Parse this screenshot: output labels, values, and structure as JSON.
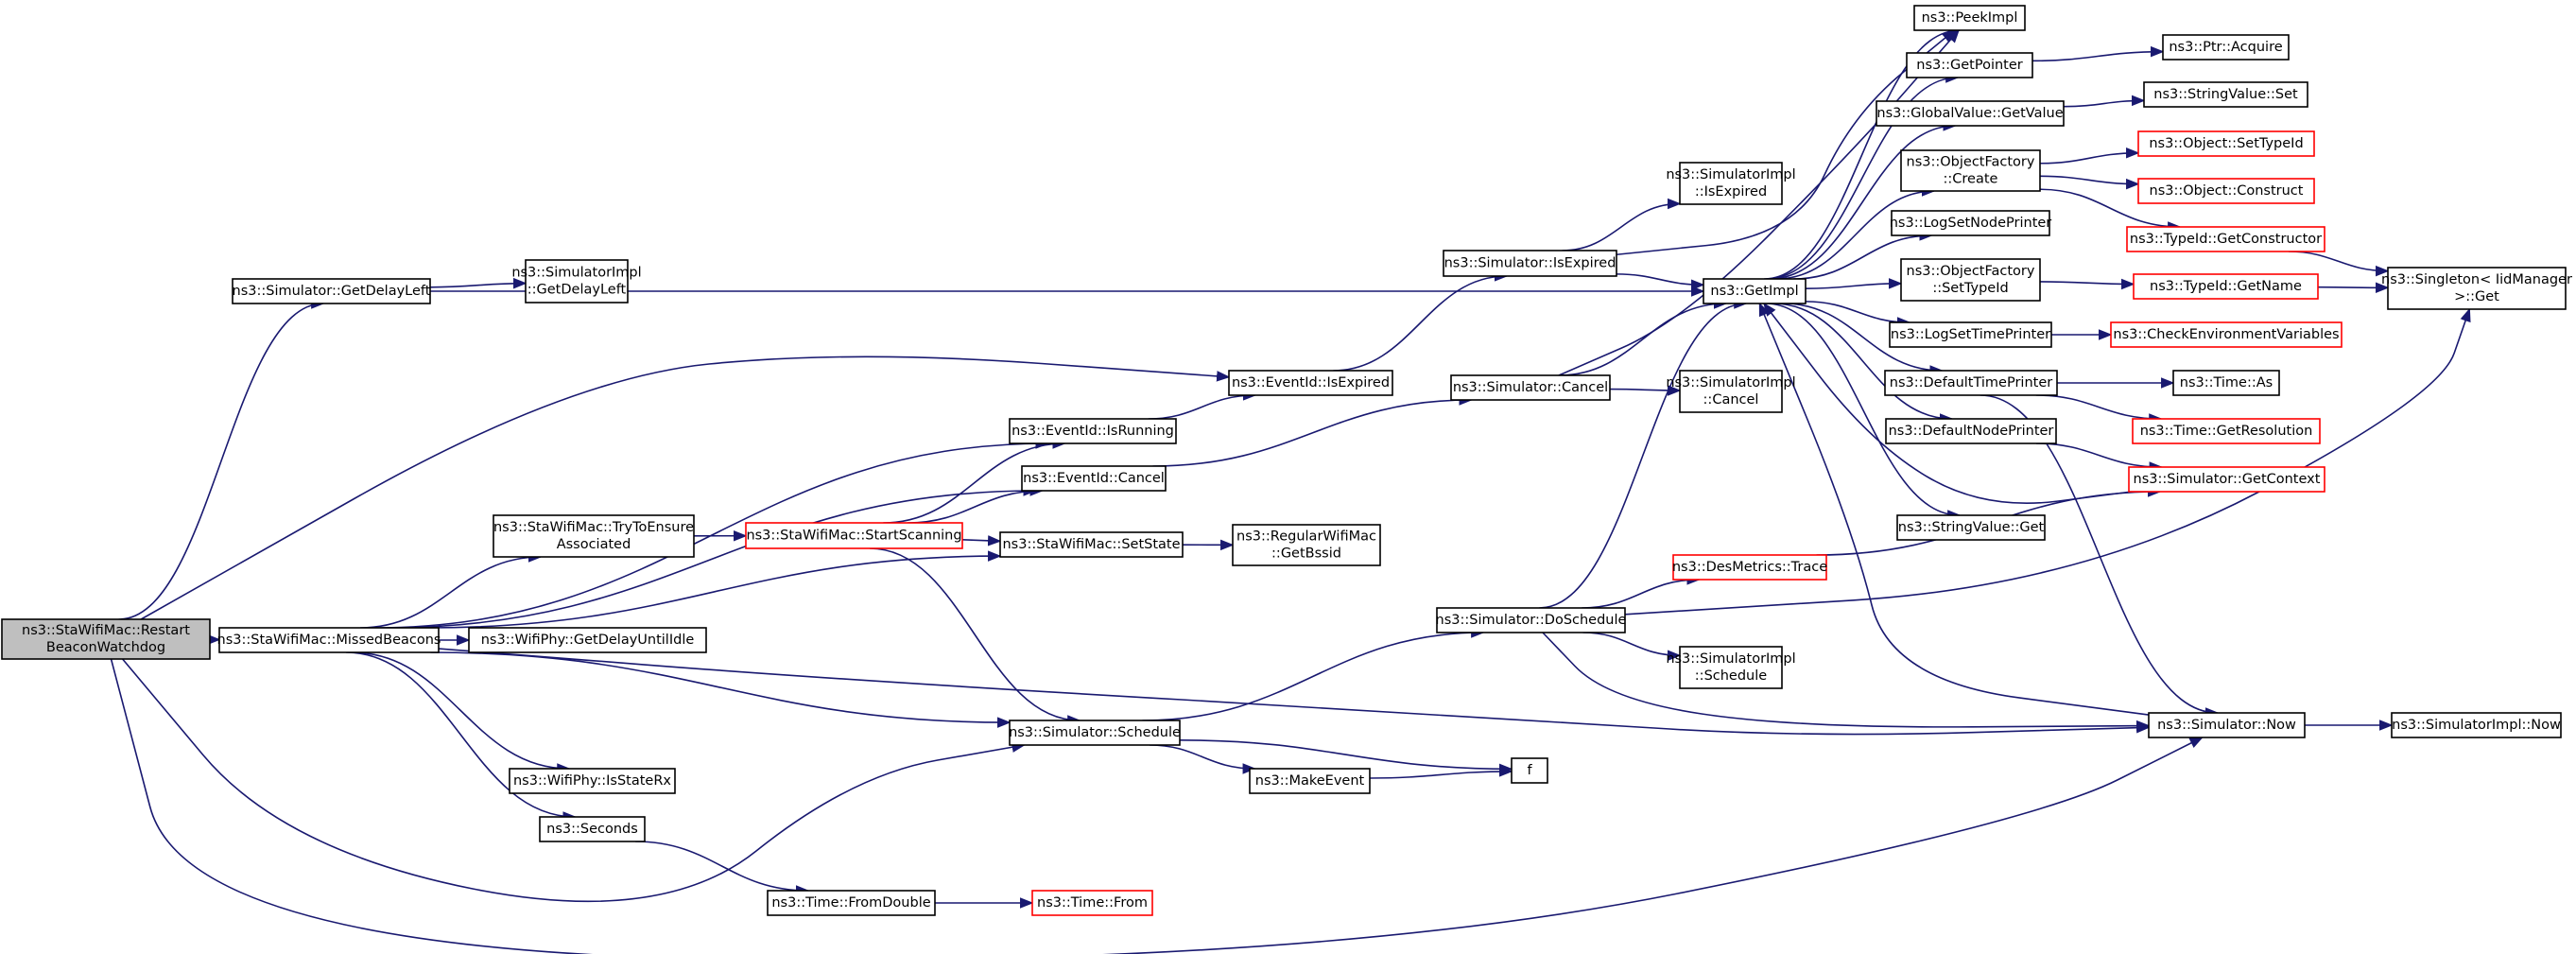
{
  "graph": {
    "edge_color": "#191970",
    "root_fill": "#bfbfbf",
    "broken_border_color": "#ff0000",
    "nodes": [
      {
        "id": "root",
        "lines": [
          "ns3::StaWifiMac::Restart",
          "BeaconWatchdog"
        ],
        "style": "root"
      },
      {
        "id": "getDelayLeft",
        "lines": [
          "ns3::Simulator::GetDelayLeft"
        ]
      },
      {
        "id": "implGetDelayLeft",
        "lines": [
          "ns3::SimulatorImpl",
          "::GetDelayLeft"
        ]
      },
      {
        "id": "missedBeacons",
        "lines": [
          "ns3::StaWifiMac::MissedBeacons"
        ]
      },
      {
        "id": "eventIdIsExpired",
        "lines": [
          "ns3::EventId::IsExpired"
        ]
      },
      {
        "id": "eventIdIsRunning",
        "lines": [
          "ns3::EventId::IsRunning"
        ]
      },
      {
        "id": "eventIdCancel",
        "lines": [
          "ns3::EventId::Cancel"
        ]
      },
      {
        "id": "tryToEnsure",
        "lines": [
          "ns3::StaWifiMac::TryToEnsure",
          "Associated"
        ]
      },
      {
        "id": "startScanning",
        "lines": [
          "ns3::StaWifiMac::StartScanning"
        ],
        "style": "red"
      },
      {
        "id": "setState",
        "lines": [
          "ns3::StaWifiMac::SetState"
        ]
      },
      {
        "id": "regularGetBssid",
        "lines": [
          "ns3::RegularWifiMac",
          "::GetBssid"
        ]
      },
      {
        "id": "getDelayUntilIdle",
        "lines": [
          "ns3::WifiPhy::GetDelayUntilIdle"
        ]
      },
      {
        "id": "schedule",
        "lines": [
          "ns3::Simulator::Schedule"
        ]
      },
      {
        "id": "isStateRx",
        "lines": [
          "ns3::WifiPhy::IsStateRx"
        ]
      },
      {
        "id": "seconds",
        "lines": [
          "ns3::Seconds"
        ]
      },
      {
        "id": "fromDouble",
        "lines": [
          "ns3::Time::FromDouble"
        ]
      },
      {
        "id": "timeFrom",
        "lines": [
          "ns3::Time::From"
        ],
        "style": "red"
      },
      {
        "id": "makeEvent",
        "lines": [
          "ns3::MakeEvent"
        ]
      },
      {
        "id": "f",
        "lines": [
          "f"
        ]
      },
      {
        "id": "simIsExpired",
        "lines": [
          "ns3::Simulator::IsExpired"
        ]
      },
      {
        "id": "implIsExpired",
        "lines": [
          "ns3::SimulatorImpl",
          "::IsExpired"
        ]
      },
      {
        "id": "simCancel",
        "lines": [
          "ns3::Simulator::Cancel"
        ]
      },
      {
        "id": "implCancel",
        "lines": [
          "ns3::SimulatorImpl",
          "::Cancel"
        ]
      },
      {
        "id": "doSchedule",
        "lines": [
          "ns3::Simulator::DoSchedule"
        ]
      },
      {
        "id": "desTrace",
        "lines": [
          "ns3::DesMetrics::Trace"
        ],
        "style": "red"
      },
      {
        "id": "implSchedule",
        "lines": [
          "ns3::SimulatorImpl",
          "::Schedule"
        ]
      },
      {
        "id": "getImpl",
        "lines": [
          "ns3::GetImpl"
        ]
      },
      {
        "id": "peekImpl",
        "lines": [
          "ns3::PeekImpl"
        ]
      },
      {
        "id": "getPointer",
        "lines": [
          "ns3::GetPointer"
        ]
      },
      {
        "id": "ptrAcquire",
        "lines": [
          "ns3::Ptr::Acquire"
        ]
      },
      {
        "id": "gvGetValue",
        "lines": [
          "ns3::GlobalValue::GetValue"
        ]
      },
      {
        "id": "svSet",
        "lines": [
          "ns3::StringValue::Set"
        ]
      },
      {
        "id": "ofCreate",
        "lines": [
          "ns3::ObjectFactory",
          "::Create"
        ]
      },
      {
        "id": "objSetTypeId",
        "lines": [
          "ns3::Object::SetTypeId"
        ],
        "style": "red"
      },
      {
        "id": "objConstruct",
        "lines": [
          "ns3::Object::Construct"
        ],
        "style": "red"
      },
      {
        "id": "tidGetConstructor",
        "lines": [
          "ns3::TypeId::GetConstructor"
        ],
        "style": "red"
      },
      {
        "id": "logSetNodePrinter",
        "lines": [
          "ns3::LogSetNodePrinter"
        ]
      },
      {
        "id": "ofSetTypeId",
        "lines": [
          "ns3::ObjectFactory",
          "::SetTypeId"
        ]
      },
      {
        "id": "tidGetName",
        "lines": [
          "ns3::TypeId::GetName"
        ],
        "style": "red"
      },
      {
        "id": "singletonGet",
        "lines": [
          "ns3::Singleton< IidManager",
          ">::Get"
        ]
      },
      {
        "id": "logSetTimePrinter",
        "lines": [
          "ns3::LogSetTimePrinter"
        ]
      },
      {
        "id": "checkEnv",
        "lines": [
          "ns3::CheckEnvironmentVariables"
        ],
        "style": "red"
      },
      {
        "id": "defaultTimePrinter",
        "lines": [
          "ns3::DefaultTimePrinter"
        ]
      },
      {
        "id": "timeAs",
        "lines": [
          "ns3::Time::As"
        ]
      },
      {
        "id": "timeGetResolution",
        "lines": [
          "ns3::Time::GetResolution"
        ],
        "style": "red"
      },
      {
        "id": "defaultNodePrinter",
        "lines": [
          "ns3::DefaultNodePrinter"
        ]
      },
      {
        "id": "simGetContext",
        "lines": [
          "ns3::Simulator::GetContext"
        ],
        "style": "red"
      },
      {
        "id": "svGet",
        "lines": [
          "ns3::StringValue::Get"
        ]
      },
      {
        "id": "simNow",
        "lines": [
          "ns3::Simulator::Now"
        ]
      },
      {
        "id": "implNow",
        "lines": [
          "ns3::SimulatorImpl::Now"
        ]
      }
    ],
    "edges": [
      [
        "root",
        "getDelayLeft"
      ],
      [
        "root",
        "missedBeacons"
      ],
      [
        "root",
        "eventIdIsExpired"
      ],
      [
        "root",
        "schedule"
      ],
      [
        "root",
        "simNow"
      ],
      [
        "getDelayLeft",
        "implGetDelayLeft"
      ],
      [
        "getDelayLeft",
        "getImpl"
      ],
      [
        "missedBeacons",
        "eventIdIsRunning"
      ],
      [
        "missedBeacons",
        "eventIdCancel"
      ],
      [
        "missedBeacons",
        "tryToEnsure"
      ],
      [
        "missedBeacons",
        "setState"
      ],
      [
        "missedBeacons",
        "getDelayUntilIdle"
      ],
      [
        "missedBeacons",
        "schedule"
      ],
      [
        "missedBeacons",
        "isStateRx"
      ],
      [
        "missedBeacons",
        "seconds"
      ],
      [
        "missedBeacons",
        "simNow"
      ],
      [
        "eventIdIsRunning",
        "eventIdIsExpired"
      ],
      [
        "eventIdIsExpired",
        "simIsExpired"
      ],
      [
        "eventIdCancel",
        "simCancel"
      ],
      [
        "tryToEnsure",
        "startScanning"
      ],
      [
        "startScanning",
        "eventIdIsRunning"
      ],
      [
        "startScanning",
        "eventIdCancel"
      ],
      [
        "startScanning",
        "setState"
      ],
      [
        "startScanning",
        "schedule"
      ],
      [
        "setState",
        "regularGetBssid"
      ],
      [
        "schedule",
        "doSchedule"
      ],
      [
        "schedule",
        "makeEvent"
      ],
      [
        "schedule",
        "f"
      ],
      [
        "makeEvent",
        "f"
      ],
      [
        "seconds",
        "fromDouble"
      ],
      [
        "fromDouble",
        "timeFrom"
      ],
      [
        "simIsExpired",
        "implIsExpired"
      ],
      [
        "simIsExpired",
        "getImpl"
      ],
      [
        "simIsExpired",
        "peekImpl"
      ],
      [
        "simCancel",
        "implCancel"
      ],
      [
        "simCancel",
        "getImpl"
      ],
      [
        "simCancel",
        "peekImpl"
      ],
      [
        "doSchedule",
        "getImpl"
      ],
      [
        "doSchedule",
        "desTrace"
      ],
      [
        "doSchedule",
        "implSchedule"
      ],
      [
        "doSchedule",
        "singletonGet"
      ],
      [
        "doSchedule",
        "simNow"
      ],
      [
        "desTrace",
        "simGetContext"
      ],
      [
        "getImpl",
        "peekImpl"
      ],
      [
        "getImpl",
        "getPointer"
      ],
      [
        "getImpl",
        "gvGetValue"
      ],
      [
        "getImpl",
        "ofCreate"
      ],
      [
        "getImpl",
        "logSetNodePrinter"
      ],
      [
        "getImpl",
        "ofSetTypeId"
      ],
      [
        "getImpl",
        "logSetTimePrinter"
      ],
      [
        "getImpl",
        "defaultTimePrinter"
      ],
      [
        "getImpl",
        "defaultNodePrinter"
      ],
      [
        "getImpl",
        "svGet"
      ],
      [
        "getPointer",
        "ptrAcquire"
      ],
      [
        "gvGetValue",
        "svSet"
      ],
      [
        "ofCreate",
        "objSetTypeId"
      ],
      [
        "ofCreate",
        "objConstruct"
      ],
      [
        "ofCreate",
        "tidGetConstructor"
      ],
      [
        "tidGetConstructor",
        "singletonGet"
      ],
      [
        "ofSetTypeId",
        "tidGetName"
      ],
      [
        "tidGetName",
        "singletonGet"
      ],
      [
        "logSetTimePrinter",
        "checkEnv"
      ],
      [
        "defaultTimePrinter",
        "timeAs"
      ],
      [
        "defaultTimePrinter",
        "timeGetResolution"
      ],
      [
        "defaultTimePrinter",
        "simNow"
      ],
      [
        "defaultNodePrinter",
        "simGetContext"
      ],
      [
        "simGetContext",
        "getImpl"
      ],
      [
        "simNow",
        "getImpl"
      ],
      [
        "simNow",
        "implNow"
      ]
    ]
  }
}
